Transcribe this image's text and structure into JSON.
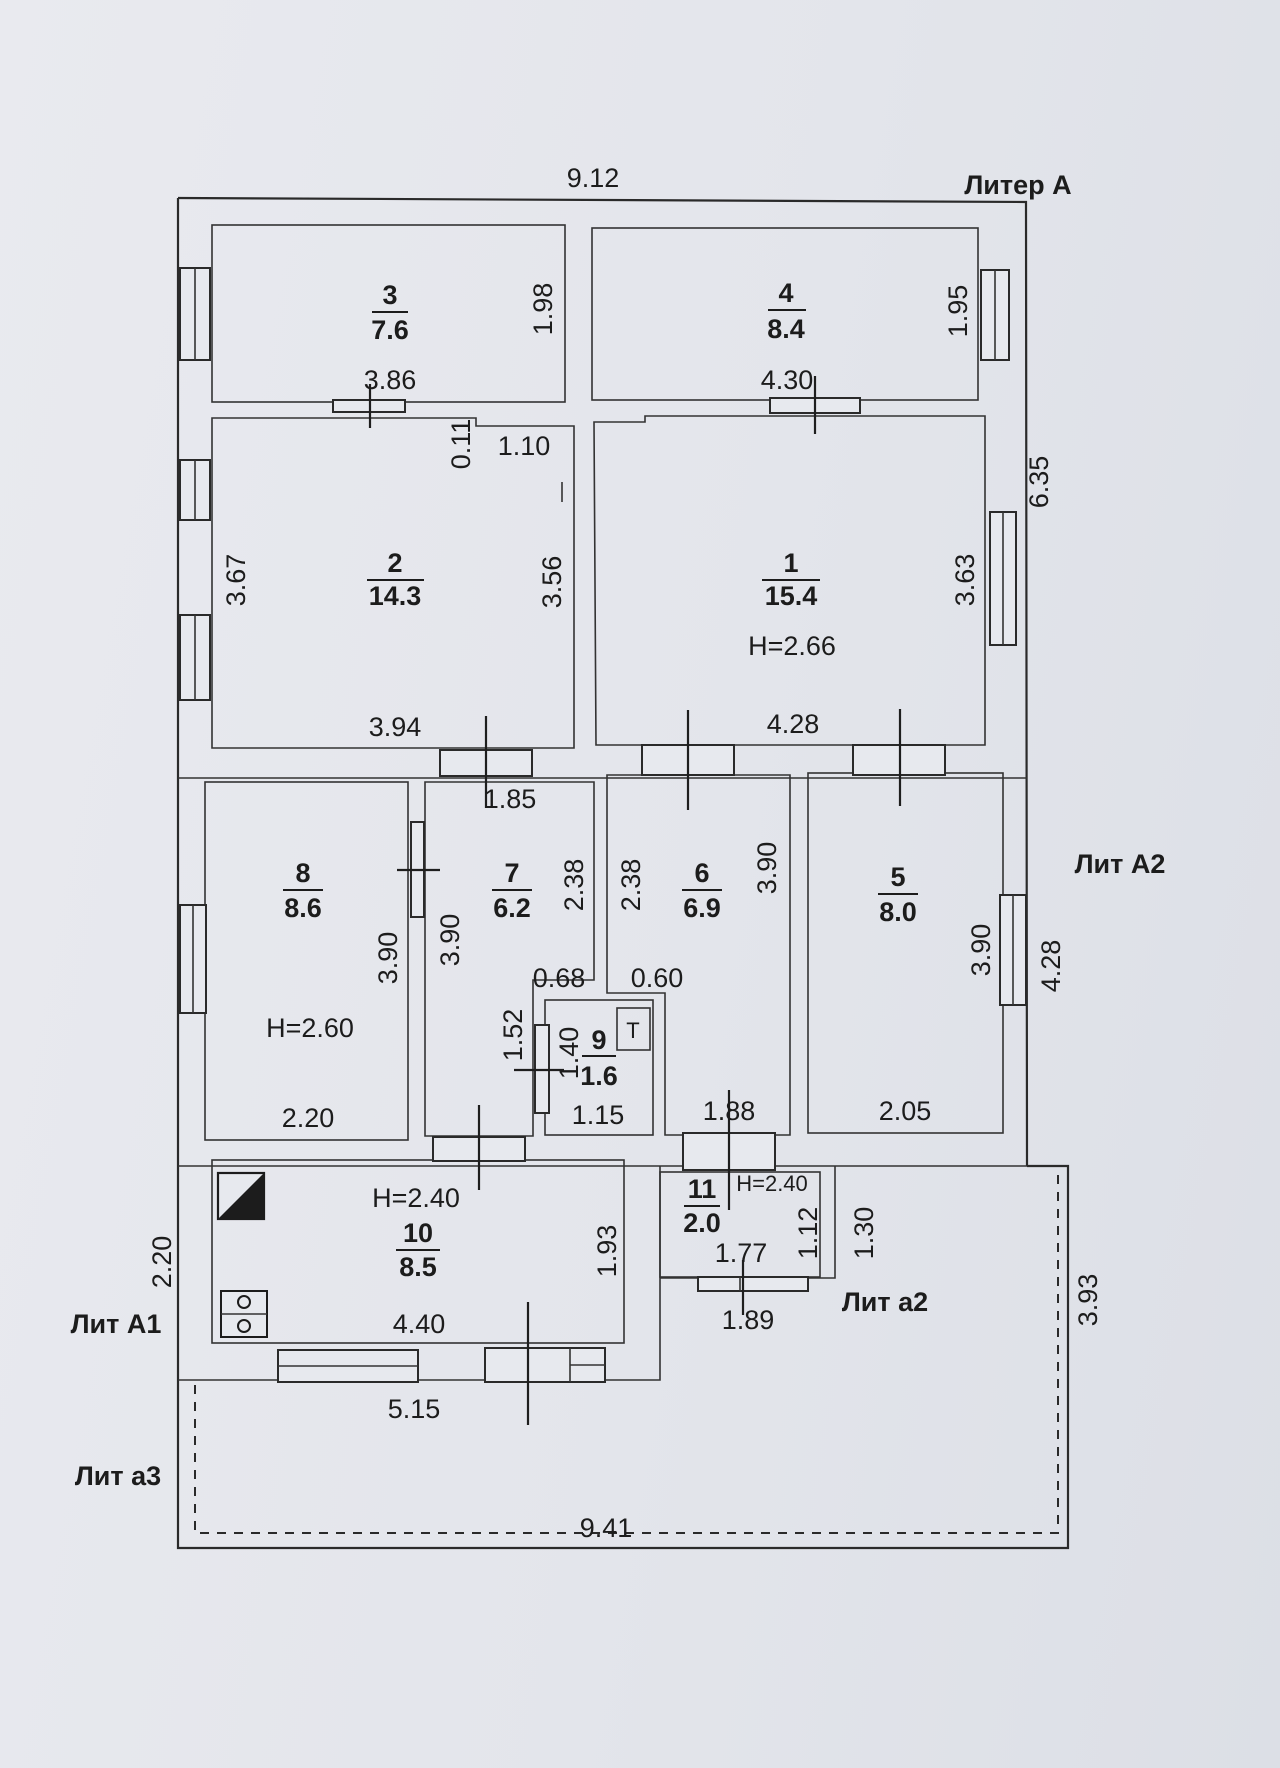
{
  "liters": {
    "liter_a": "Литер А",
    "lit_a1": "Лит А1",
    "lit_a2": "Лит А2",
    "lit_a3": "Лит а3",
    "lit_a2_small": "Лит а2"
  },
  "rooms": [
    {
      "number": "1",
      "area": "15.4"
    },
    {
      "number": "2",
      "area": "14.3"
    },
    {
      "number": "3",
      "area": "7.6"
    },
    {
      "number": "4",
      "area": "8.4"
    },
    {
      "number": "5",
      "area": "8.0"
    },
    {
      "number": "6",
      "area": "6.9"
    },
    {
      "number": "7",
      "area": "6.2"
    },
    {
      "number": "8",
      "area": "8.6"
    },
    {
      "number": "9",
      "area": "1.6"
    },
    {
      "number": "10",
      "area": "8.5"
    },
    {
      "number": "11",
      "area": "2.0"
    }
  ],
  "heights": {
    "room1": "H=2.66",
    "room8": "H=2.60",
    "room10": "H=2.40",
    "room11": "H=2.40"
  },
  "dimensions": {
    "top_total": "9.12",
    "right_litera": "6.35",
    "right_lita2": "4.28",
    "right_a3": "3.93",
    "left_a1": "2.20",
    "bottom_total": "9.41",
    "bottom_a1": "5.15",
    "r3_width": "3.86",
    "r3_height": "1.98",
    "r4_width": "4.30",
    "r4_height": "1.95",
    "r2_notch_v": "0.11",
    "r2_notch_h": "1.10",
    "r2_left": "3.67",
    "r2_right": "3.56",
    "r2_bottom": "3.94",
    "r1_right": "3.63",
    "r1_bottom": "4.28",
    "corridor": "1.85",
    "r8_right": "3.90",
    "r8_bottom": "2.20",
    "r7_left": "3.90",
    "r7_right": "2.38",
    "r7_bottom": "0.68",
    "r6_left": "2.38",
    "r6_right": "3.90",
    "r6_bottom": "0.60",
    "r5_left": "3.90",
    "r5_bottom": "2.05",
    "r9_h1": "1.52",
    "r9_h2": "1.40",
    "r9_bottom": "1.15",
    "r6b_bottom": "1.88",
    "r10_right": "1.93",
    "r10_bottom": "4.40",
    "r11_h1": "1.12",
    "r11_h2": "1.30",
    "r11_bottom": "1.77",
    "a2_bottom": "1.89"
  },
  "symbols": {
    "room9_letter": "Т"
  },
  "icons": [
    "boiler-icon",
    "stove-icon"
  ]
}
